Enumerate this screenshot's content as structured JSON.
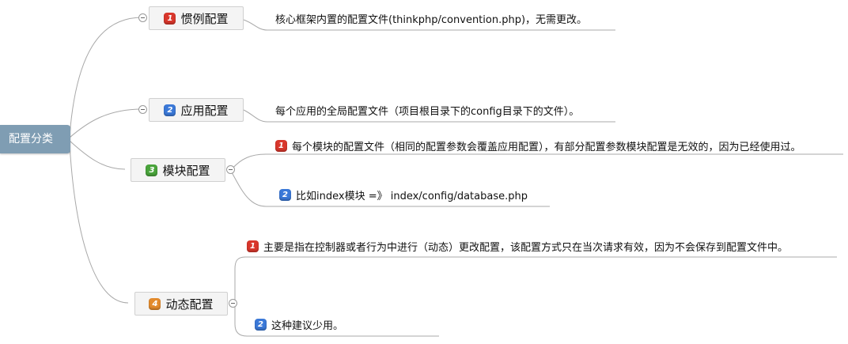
{
  "root": {
    "label": "配置分类"
  },
  "branches": [
    {
      "label": "惯例配置",
      "badge": "1",
      "notes": [
        {
          "text": "核心框架内置的配置文件(thinkphp/convention.php)，无需更改。"
        }
      ]
    },
    {
      "label": "应用配置",
      "badge": "2",
      "notes": [
        {
          "text": "每个应用的全局配置文件（项目根目录下的config目录下的文件）。"
        }
      ]
    },
    {
      "label": "模块配置",
      "badge": "3",
      "notes": [
        {
          "badge": "1",
          "text": "每个模块的配置文件（相同的配置参数会覆盖应用配置），有部分配置参数模块配置是无效的，因为已经使用过。"
        },
        {
          "badge": "2",
          "text": "比如index模块 =》 index/config/database.php"
        }
      ]
    },
    {
      "label": "动态配置",
      "badge": "4",
      "notes": [
        {
          "badge": "1",
          "text": "主要是指在控制器或者行为中进行（动态）更改配置，该配置方式只在当次请求有效，因为不会保存到配置文件中。"
        },
        {
          "badge": "2",
          "text": "这种建议少用。"
        }
      ]
    }
  ],
  "colors": {
    "root": "#7f9db3",
    "badge_red": "#d9372c",
    "badge_blue": "#3b79d8",
    "badge_green": "#4aa43c",
    "badge_orange": "#e38b2d"
  }
}
